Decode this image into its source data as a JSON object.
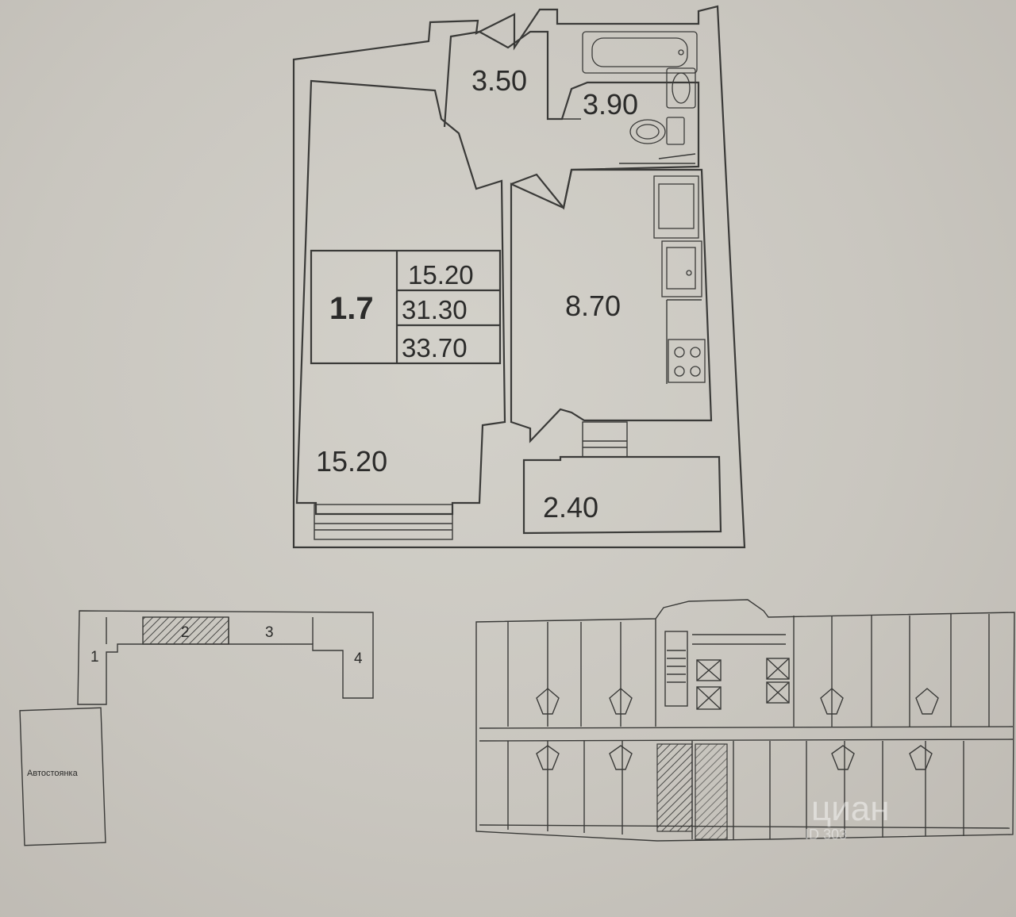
{
  "apartment": {
    "unit_number": "1.7",
    "summary": {
      "living_area": "15.20",
      "total_area": "31.30",
      "total_area_with_balcony": "33.70"
    },
    "rooms": {
      "hall": "3.50",
      "bathroom": "3.90",
      "kitchen": "8.70",
      "living_room": "15.20",
      "balcony": "2.40"
    }
  },
  "site_plan": {
    "sections": [
      "1",
      "2",
      "3",
      "4"
    ],
    "highlighted_section": "2",
    "parking_label": "Автостоянка"
  },
  "watermark": {
    "brand": "циан",
    "id_text": "ID 303"
  }
}
